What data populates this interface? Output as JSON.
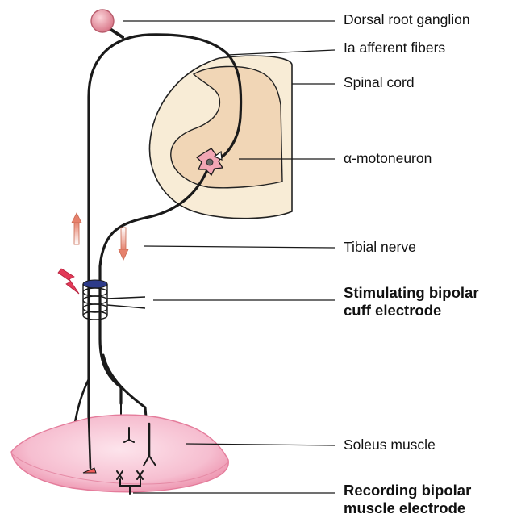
{
  "labels": {
    "dorsal_root_ganglion": "Dorsal root ganglion",
    "ia_afferent_fibers": "Ia afferent fibers",
    "spinal_cord": "Spinal cord",
    "alpha_motoneuron": "α-motoneuron",
    "tibial_nerve": "Tibial nerve",
    "stimulating_electrode_line1": "Stimulating bipolar",
    "stimulating_electrode_line2": "cuff electrode",
    "soleus_muscle": "Soleus muscle",
    "recording_electrode_line1": "Recording bipolar",
    "recording_electrode_line2": "muscle electrode"
  },
  "colors": {
    "spinal_cord_white_matter": "#f8ecd6",
    "grey_matter": "#f1d6b6",
    "muscle": "#f4b7c9",
    "ganglion": "#e9a1ab",
    "motoneuron": "#f2a6b4",
    "stimulus_bolt": "#e23a58",
    "electrode_band": "#2d3b8a"
  }
}
